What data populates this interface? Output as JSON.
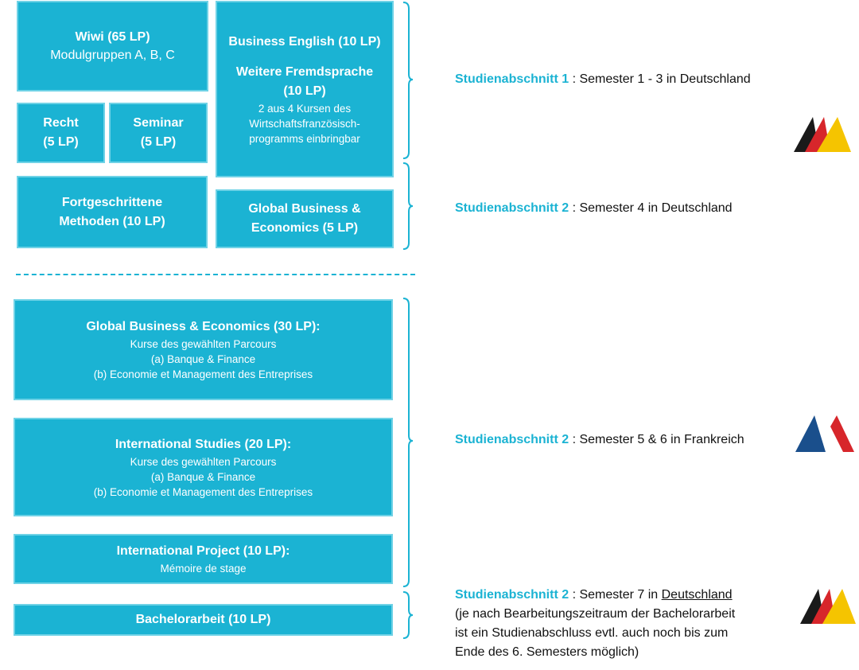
{
  "boxes": {
    "wiwi": {
      "title": "Wiwi (65 LP)",
      "sub": "Modulgruppen A, B, C"
    },
    "recht": {
      "l1": "Recht",
      "l2": "(5 LP)"
    },
    "seminar": {
      "l1": "Seminar",
      "l2": "(5 LP)"
    },
    "language": {
      "english": "Business English (10 LP)",
      "further_l1": "Weitere Fremdsprache",
      "further_l2": "(10 LP)",
      "note_l1": "2 aus 4 Kursen des",
      "note_l2": "Wirtschaftsfranzösisch-",
      "note_l3": "programms einbringbar"
    },
    "methods": {
      "l1": "Fortgeschrittene",
      "l2": "Methoden (10 LP)"
    },
    "gbe5": {
      "l1": "Global Business &",
      "l2": "Economics (5 LP)"
    },
    "gbe30": {
      "title": "Global Business & Economics (30 LP):",
      "l1": "Kurse des gewählten Parcours",
      "l2": "(a) Banque & Finance",
      "l3": "(b) Economie et Management des Entreprises"
    },
    "intl_studies": {
      "title": "International Studies (20 LP):",
      "l1": "Kurse des gewählten Parcours",
      "l2": "(a) Banque & Finance",
      "l3": "(b) Economie et Management des Entreprises"
    },
    "intl_project": {
      "title": "International Project (10 LP):",
      "sub": "Mémoire de stage"
    },
    "bachelor": {
      "title": "Bachelorarbeit (10 LP)"
    }
  },
  "labels": {
    "s1": {
      "head": "Studienabschnitt 1",
      "text": " : Semester 1 - 3 in Deutschland"
    },
    "s2a": {
      "head": "Studienabschnitt 2",
      "text": " : Semester 4 in Deutschland"
    },
    "s2b": {
      "head": "Studienabschnitt 2",
      "text": " : Semester 5 & 6 in Frankreich"
    },
    "s2c": {
      "head": "Studienabschnitt 2",
      "text": " : Semester 7 in ",
      "country": "Deutschland",
      "note_l1": "(je nach Bearbeitungszeitraum der Bachelorarbeit",
      "note_l2": "ist ein Studienabschluss evtl. auch noch bis zum",
      "note_l3": "Ende des 6. Semesters möglich)"
    }
  },
  "colors": {
    "box": "#1bb3d3",
    "box_border": "#6fd2e6",
    "highlight": "#1bb3d3",
    "logo_black": "#1a1a1a",
    "logo_red": "#d7262b",
    "logo_gold": "#f5c400",
    "logo_blue": "#1a4f8c"
  },
  "icons": {
    "germany": "germany-flag-logo-icon",
    "france": "france-flag-logo-icon"
  }
}
